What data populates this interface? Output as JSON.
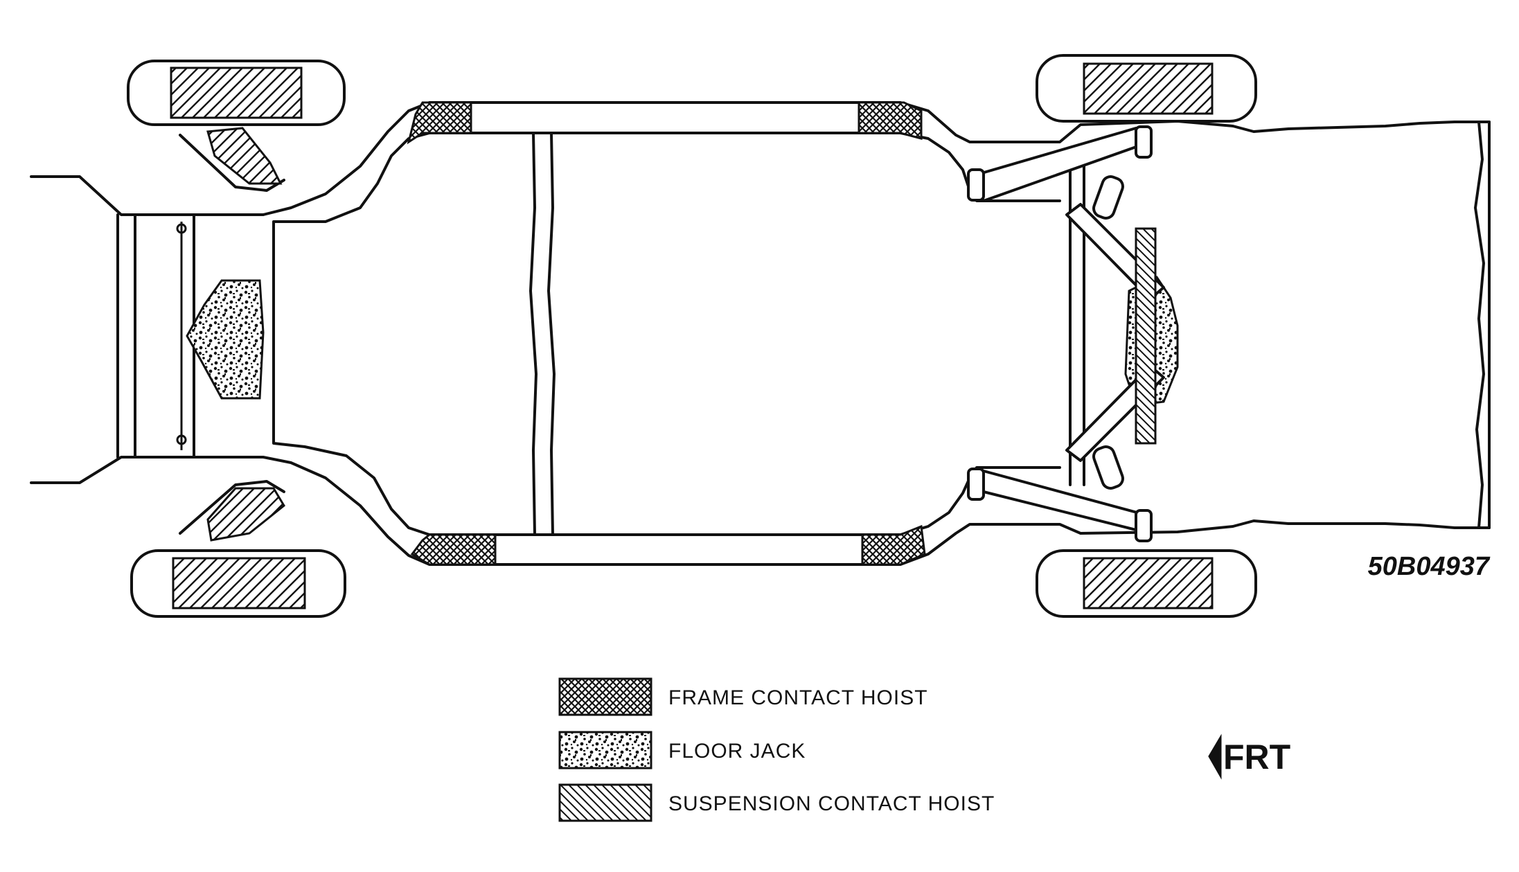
{
  "figure_id": "50B04937",
  "legend": {
    "frame_contact_hoist": "FRAME CONTACT HOIST",
    "floor_jack": "FLOOR JACK",
    "suspension_contact_hoist": "SUSPENSION CONTACT HOIST"
  },
  "direction_label": "FRT",
  "colors": {
    "ink": "#111111",
    "paper": "#ffffff"
  }
}
